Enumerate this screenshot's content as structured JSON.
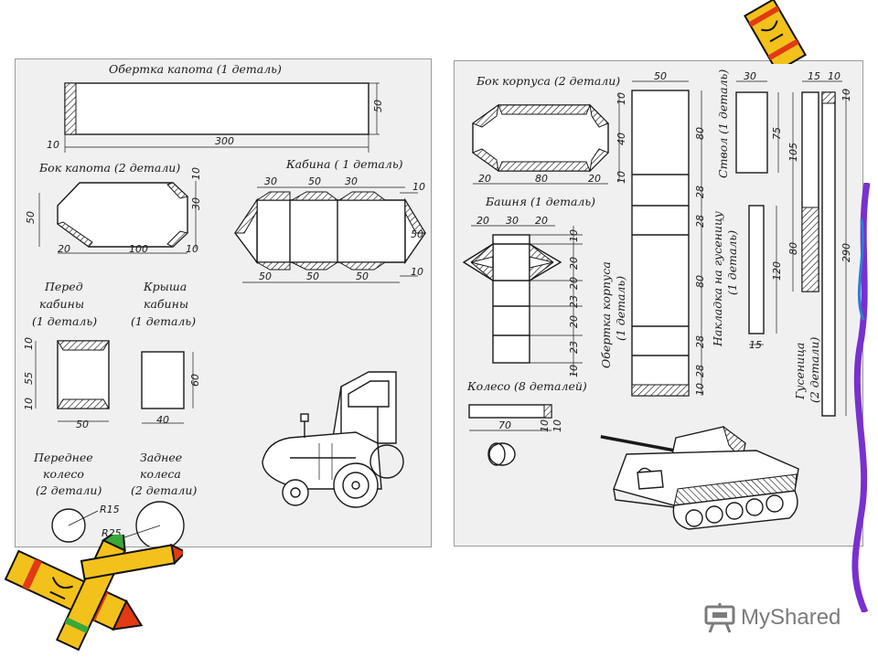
{
  "left_sheet": {
    "hood_wrap": {
      "title": "Обертка капота (1 деталь)",
      "dim_height": "50",
      "dim_left": "10",
      "dim_length": "300"
    },
    "hood_side": {
      "title": "Бок капота (2 детали)",
      "dim_height": "50",
      "dim_top": "10",
      "dim_mid": "30",
      "dim_bottom": "10",
      "dim_base_left": "20",
      "dim_base": "100"
    },
    "cabin": {
      "title": "Кабина ( 1 деталь)",
      "dim_top_a": "30",
      "dim_top_b": "50",
      "dim_top_c": "30",
      "dim_r1": "10",
      "dim_r2": "50",
      "dim_r3": "10",
      "dim_bot_a": "50",
      "dim_bot_b": "50",
      "dim_bot_c": "50"
    },
    "cabin_front": {
      "title_1": "Перед",
      "title_2": "кабины",
      "title_3": "(1 деталь)",
      "dim_top": "10",
      "dim_mid": "55",
      "dim_bot": "10",
      "dim_width": "50"
    },
    "cabin_roof": {
      "title_1": "Крыша",
      "title_2": "кабины",
      "title_3": "(1 деталь)",
      "dim_height": "60",
      "dim_width": "40"
    },
    "front_wheel": {
      "title_1": "Переднее",
      "title_2": "колесо",
      "title_3": "(2 детали)",
      "radius": "R15"
    },
    "rear_wheel": {
      "title_1": "Заднее",
      "title_2": "колеса",
      "title_3": "(2 детали)",
      "radius": "R25"
    }
  },
  "right_sheet": {
    "hull_side": {
      "title": "Бок корпуса (2 детали)",
      "dim_top": "10",
      "dim_mid": "40",
      "dim_bot": "10",
      "dim_base_a": "20",
      "dim_base_b": "80",
      "dim_base_c": "20"
    },
    "turret": {
      "title": "Башня (1 деталь)",
      "dim_a": "20",
      "dim_b": "30",
      "dim_c": "20",
      "dims_right": [
        "10",
        "20",
        "20",
        "23",
        "20",
        "23",
        "10"
      ]
    },
    "hull_wrap": {
      "title_1": "Обертка корпуса",
      "title_2": "(1 деталь)",
      "dim_width": "50",
      "dims_right": [
        "80",
        "28",
        "28",
        "80",
        "28",
        "28",
        "10"
      ]
    },
    "barrel": {
      "title": "Ствол (1 деталь)",
      "dim_width": "30",
      "dim_height": "75"
    },
    "track_pad": {
      "title_1": "Накладка на гусеницу",
      "title_2": "(1 деталь)",
      "dim_height": "120",
      "dim_width": "15"
    },
    "track": {
      "title_1": "Гусеница",
      "title_2": "(2 детали)",
      "dim_w1": "15",
      "dim_w2": "10",
      "dim_top": "10",
      "dim_a": "105",
      "dim_b": "80",
      "dim_total": "290"
    },
    "wheel": {
      "title": "Колесо (8 деталей)",
      "dim_length": "70",
      "dim_a": "10",
      "dim_b": "10"
    }
  },
  "watermark": {
    "text": "MyShared"
  },
  "colors": {
    "crayon_yellow": "#f3c11b",
    "crayon_red": "#e23a12",
    "purple_ribbon": "#7a2fd0"
  }
}
